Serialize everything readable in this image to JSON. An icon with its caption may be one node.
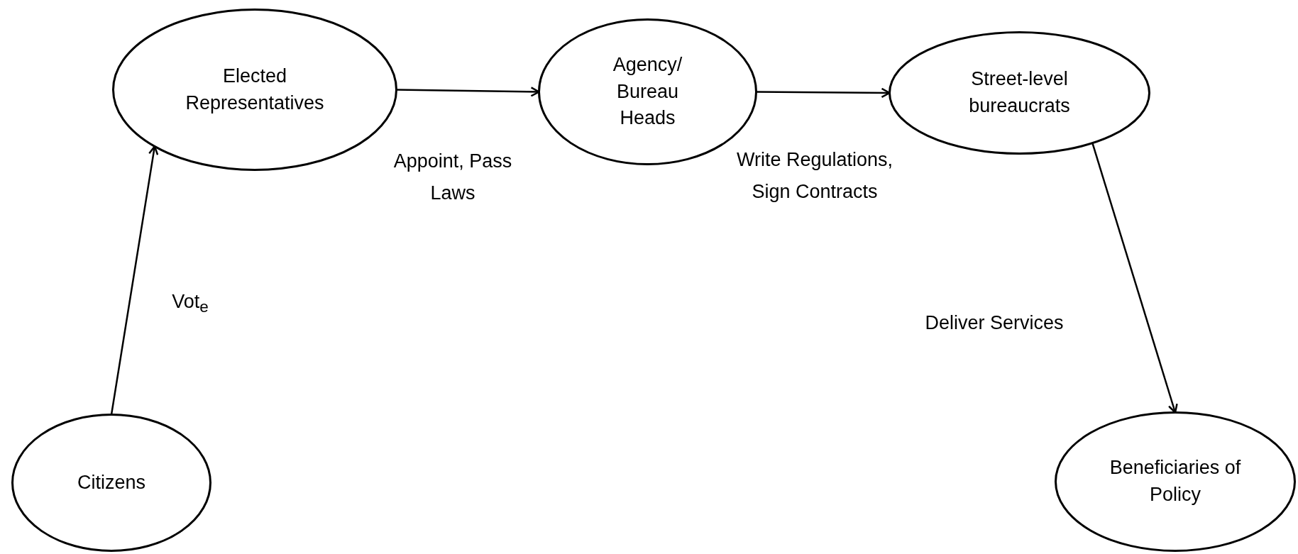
{
  "diagram": {
    "nodes": [
      {
        "text": [
          "Elected Representatives"
        ]
      },
      {
        "text": [
          "Agency/ Bureau Heads"
        ]
      },
      {
        "text": [
          "Street-level bureaucrats"
        ]
      },
      {
        "text": [
          "Citizens"
        ]
      },
      {
        "text": [
          "Beneficiaries of Policy"
        ]
      }
    ],
    "edges": [
      {
        "from": 3,
        "to": 0,
        "arrow": "to",
        "label": "Vot$_{e}$"
      },
      {
        "from": 0,
        "to": 1,
        "arrow": "to",
        "label": "Appoint, Pass Laws"
      },
      {
        "from": 1,
        "to": 2,
        "arrow": "to",
        "label": "Write Regulations, Sign Contracts"
      },
      {
        "from": 2,
        "to": 4,
        "arrow": "to",
        "label": "Deliver Services"
      }
    ]
  }
}
